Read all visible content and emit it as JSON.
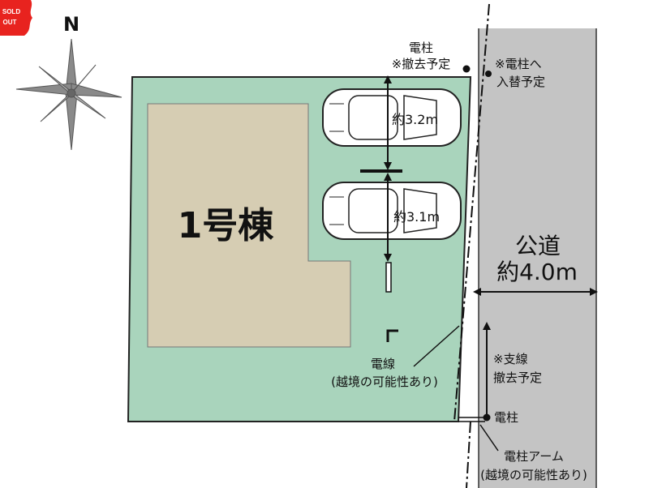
{
  "compass": {
    "north": "N"
  },
  "badge": {
    "line1": "SOLD",
    "line2": "OUT"
  },
  "building": {
    "label": "1号棟"
  },
  "parking": [
    {
      "width_label": "約3.2m"
    },
    {
      "width_label": "約3.1m"
    }
  ],
  "road": {
    "line1": "公道",
    "line2": "約4.0m"
  },
  "pole_removal": {
    "line1": "電柱",
    "line2": "※撤去予定"
  },
  "pole_relocation": {
    "line1": "※電柱へ",
    "line2": "入替予定"
  },
  "wire": {
    "line1": "電線",
    "line2": "(越境の可能性あり)"
  },
  "stay_wire": {
    "line1": "※支線",
    "line2": "撤去予定"
  },
  "pole_bottom": {
    "label": "電柱"
  },
  "pole_arm": {
    "line1": "電柱アーム",
    "line2": "(越境の可能性あり)"
  },
  "colors": {
    "lot": "#a9d4bc",
    "building": "#d6cdb3",
    "road": "#c4c4c4",
    "badge": "#e8231f"
  }
}
